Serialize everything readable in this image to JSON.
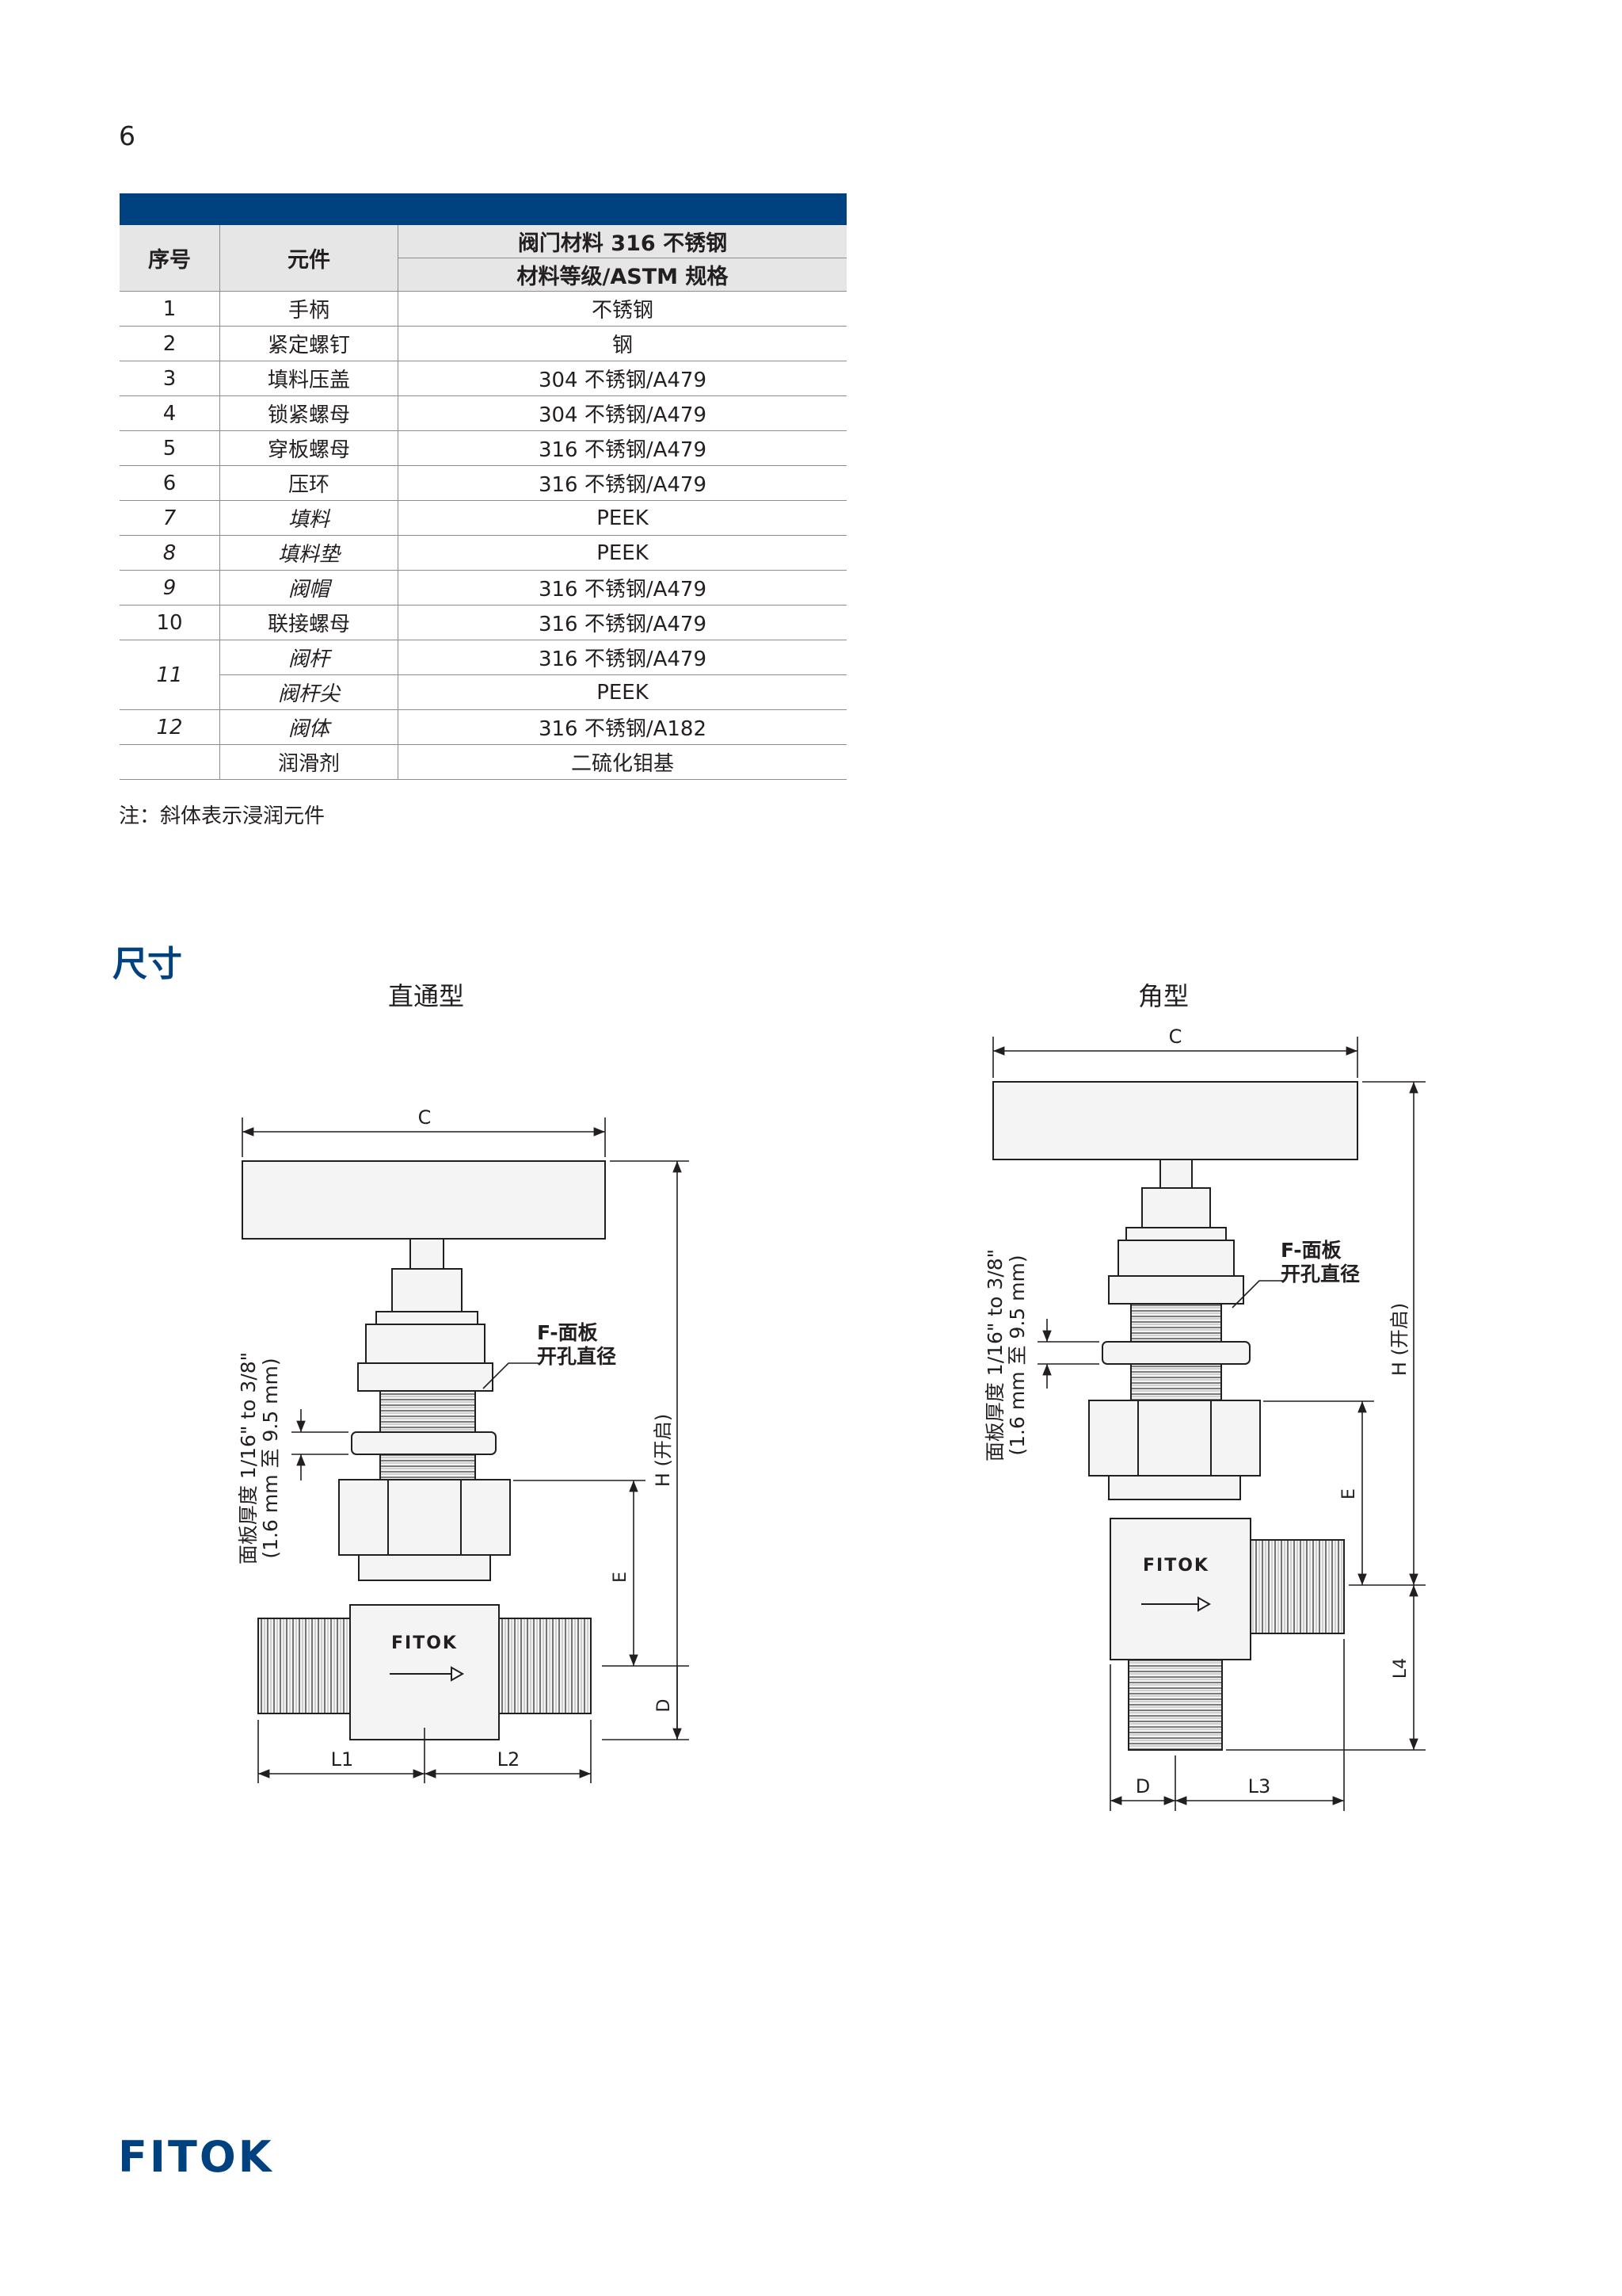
{
  "page_number": "6",
  "table": {
    "header": {
      "no": "序号",
      "part": "元件",
      "material_group": "阀门材料 316 不锈钢",
      "material_spec": "材料等级/ASTM 规格"
    },
    "rows": [
      {
        "no": "1",
        "part": "手柄",
        "material": "不锈钢",
        "wetted": false
      },
      {
        "no": "2",
        "part": "紧定螺钉",
        "material": "钢",
        "wetted": false
      },
      {
        "no": "3",
        "part": "填料压盖",
        "material": "304 不锈钢/A479",
        "wetted": false
      },
      {
        "no": "4",
        "part": "锁紧螺母",
        "material": "304 不锈钢/A479",
        "wetted": false
      },
      {
        "no": "5",
        "part": "穿板螺母",
        "material": "316 不锈钢/A479",
        "wetted": false
      },
      {
        "no": "6",
        "part": "压环",
        "material": "316 不锈钢/A479",
        "wetted": false
      },
      {
        "no": "7",
        "part": "填料",
        "material": "PEEK",
        "wetted": true
      },
      {
        "no": "8",
        "part": "填料垫",
        "material": "PEEK",
        "wetted": true
      },
      {
        "no": "9",
        "part": "阀帽",
        "material": "316 不锈钢/A479",
        "wetted": true
      },
      {
        "no": "10",
        "part": "联接螺母",
        "material": "316 不锈钢/A479",
        "wetted": false
      },
      {
        "no": "11",
        "part": "阀杆",
        "material": "316 不锈钢/A479",
        "wetted": true
      },
      {
        "no": "",
        "part": "阀杆尖",
        "material": "PEEK",
        "wetted": true
      },
      {
        "no": "12",
        "part": "阀体",
        "material": "316 不锈钢/A182",
        "wetted": true
      },
      {
        "no": "",
        "part": "润滑剂",
        "material": "二硫化钼基",
        "wetted": false
      }
    ]
  },
  "note": "注：斜体表示浸润元件",
  "dimensions": {
    "section_title": "尺寸",
    "straight": {
      "title": "直通型",
      "label_c": "C",
      "label_h": "H (开启)",
      "label_e": "E",
      "label_d": "D",
      "label_l1": "L1",
      "label_l2": "L2",
      "panel_hole_1": "F-面板",
      "panel_hole_2": "开孔直径",
      "panel_thickness_1": "面板厚度 1/16\" to 3/8\"",
      "panel_thickness_2": "(1.6 mm 至 9.5 mm)",
      "body_mark": "FITOK"
    },
    "angle": {
      "title": "角型",
      "label_c": "C",
      "label_h": "H (开启)",
      "label_e": "E",
      "label_d": "D",
      "label_l3": "L3",
      "label_l4": "L4",
      "panel_hole_1": "F-面板",
      "panel_hole_2": "开孔直径",
      "panel_thickness_1": "面板厚度 1/16\" to 3/8\"",
      "panel_thickness_2": "(1.6 mm 至 9.5 mm)",
      "body_mark": "FITOK"
    }
  },
  "footer": {
    "logo": "FITOK"
  },
  "colors": {
    "brand_blue": "#00427f",
    "header_gray": "#e6e6e6",
    "line": "#231f20"
  }
}
